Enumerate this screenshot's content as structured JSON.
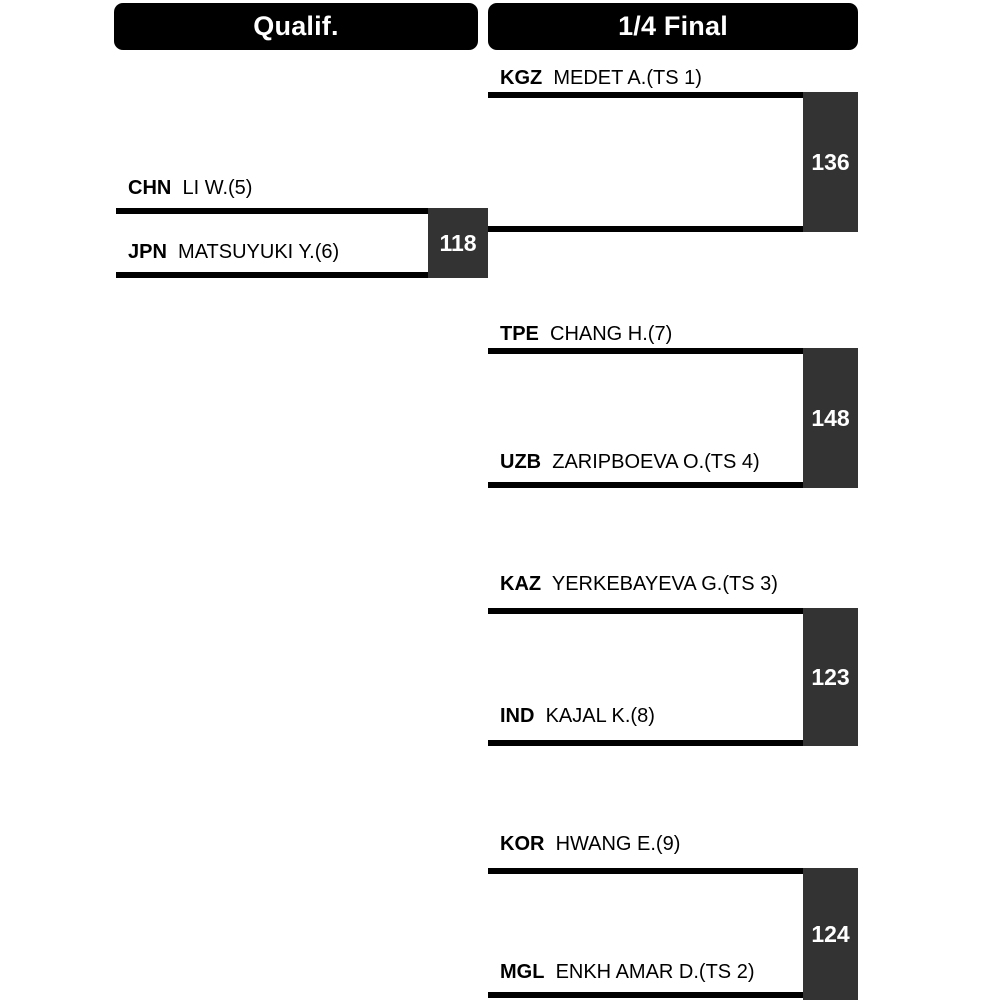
{
  "headers": {
    "qualif": "Qualif.",
    "quarter": "1/4 Final"
  },
  "qualification": [
    {
      "match_id": "q1",
      "top": {
        "noc": "CHN",
        "athlete": "LI W.(5)"
      },
      "bottom": {
        "noc": "JPN",
        "athlete": "MATSUYUKI Y.(6)"
      },
      "score": "118"
    }
  ],
  "quarter_finals": [
    {
      "match_id": "qf1",
      "top": {
        "noc": "KGZ",
        "athlete": "MEDET A.(TS 1)"
      },
      "bottom": {
        "noc": "",
        "athlete": ""
      },
      "score": "136"
    },
    {
      "match_id": "qf2",
      "top": {
        "noc": "TPE",
        "athlete": "CHANG H.(7)"
      },
      "bottom": {
        "noc": "UZB",
        "athlete": "ZARIPBOEVA O.(TS 4)"
      },
      "score": "148"
    },
    {
      "match_id": "qf3",
      "top": {
        "noc": "KAZ",
        "athlete": "YERKEBAYEVA G.(TS 3)"
      },
      "bottom": {
        "noc": "IND",
        "athlete": "KAJAL K.(8)"
      },
      "score": "123"
    },
    {
      "match_id": "qf4",
      "top": {
        "noc": "KOR",
        "athlete": "HWANG E.(9)"
      },
      "bottom": {
        "noc": "MGL",
        "athlete": "ENKH AMAR D.(TS 2)"
      },
      "score": "124"
    }
  ],
  "colors": {
    "header_background": "#000000",
    "header_text": "#ffffff",
    "rail": "#000000",
    "score_background": "#333333",
    "score_text": "#ffffff",
    "page_background": "#ffffff"
  }
}
